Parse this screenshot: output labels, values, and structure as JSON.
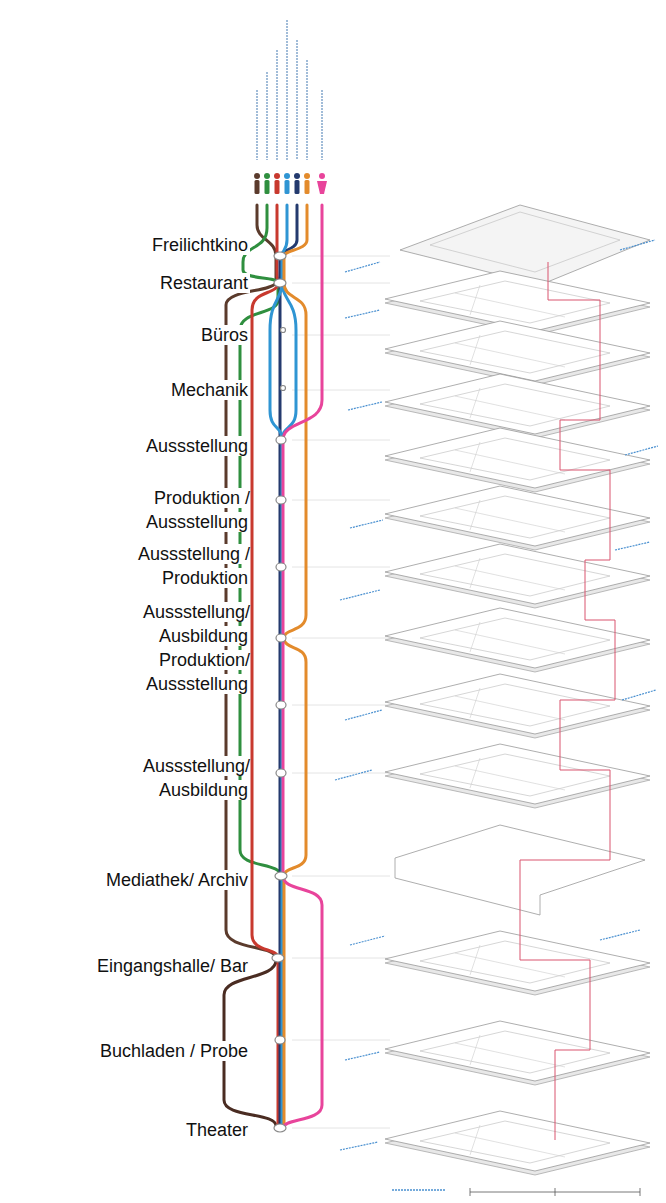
{
  "diagram": {
    "labels": [
      "Freilichtkino",
      "Restaurant",
      "Büros",
      "Mechanik",
      "Aussstellung",
      "Produktion / Aussstellung",
      "Aussstellung / Produktion",
      "Aussstellung/ Ausbildung",
      "Produktion/ Aussstellung",
      "Aussstellung/ Ausbildung",
      "Mediathek/ Archiv",
      "Eingangshalle/ Bar",
      "Buchladen / Probe",
      "Theater"
    ]
  }
}
